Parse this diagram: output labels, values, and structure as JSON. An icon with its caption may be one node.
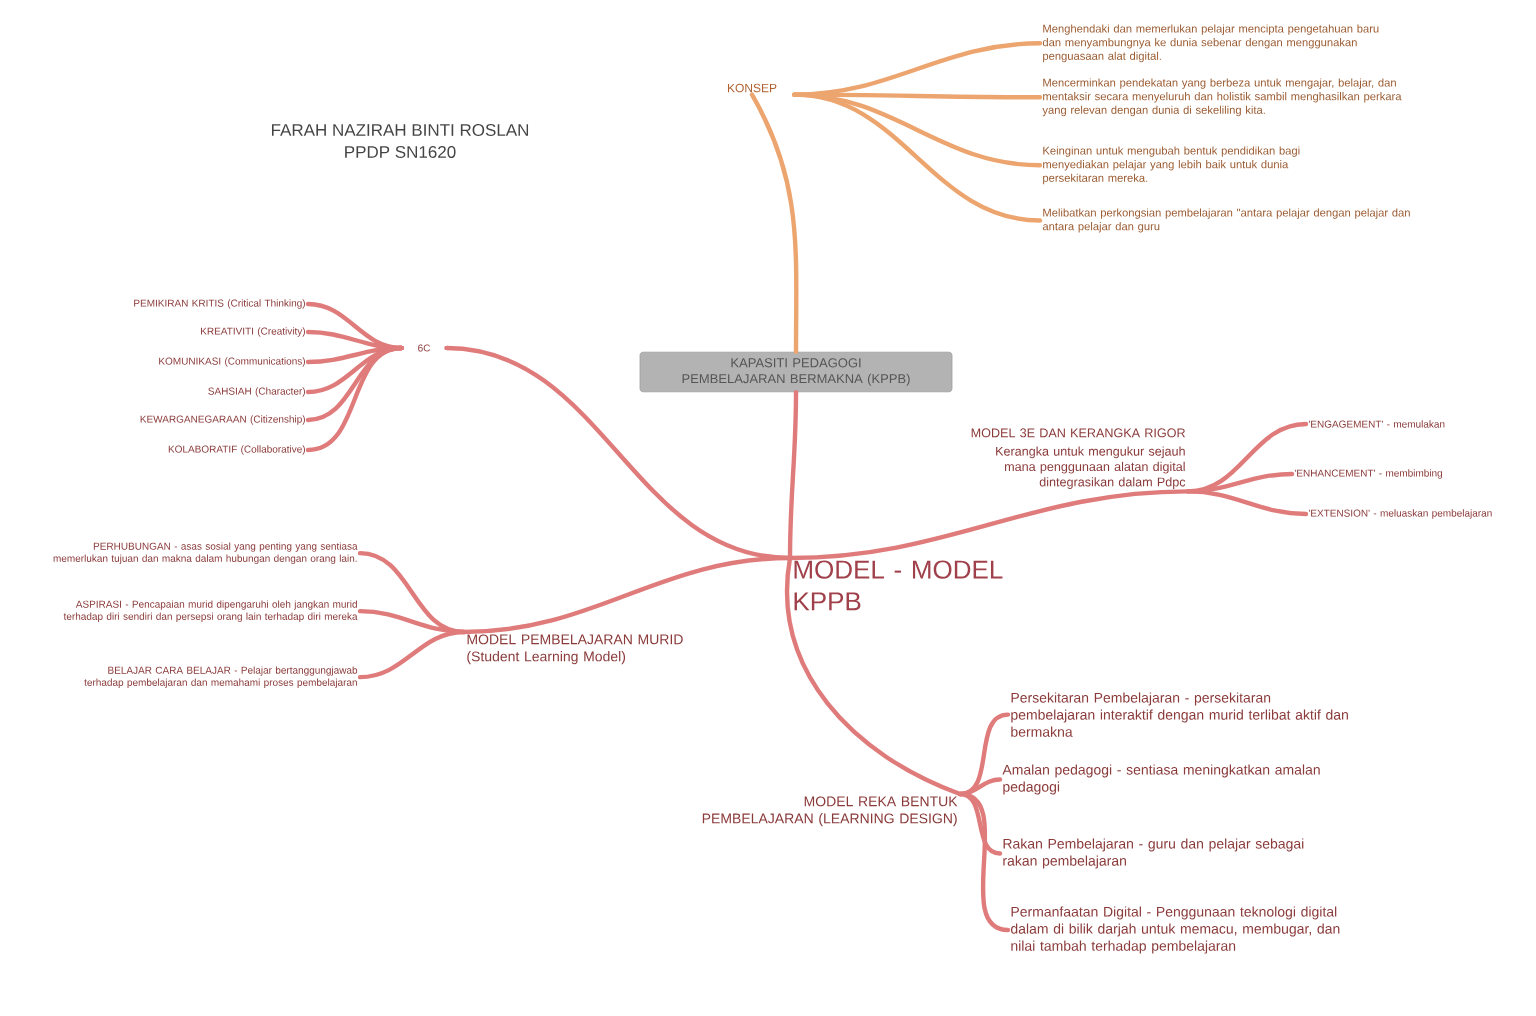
{
  "diagram": {
    "nodes": [
      {
        "text": [
          "MODEL - MODEL KPPB"
        ]
      },
      {
        "text": [
          "KAPASITI PEDAGOGI PEMBELAJARAN BERMAKNA (KPPB)"
        ]
      },
      {
        "text": [
          "KONSEP"
        ]
      },
      {
        "text": [
          "Menghendaki dan memerlukan pelajar mencipta pengetahuan baru dan menyambungnya ke dunia sebenar dengan menggunakan penguasaan alat digital."
        ]
      },
      {
        "text": [
          "Mencerminkan pendekatan yang berbeza untuk mengajar, belajar, dan mentaksir secara menyeluruh dan holistik sambil menghasilkan perkara yang relevan dengan dunia di sekeliling kita."
        ]
      },
      {
        "text": [
          "Keinginan untuk mengubah bentuk pendidikan bagi menyediakan pelajar yang lebih baik untuk dunia persekitaran mereka."
        ]
      },
      {
        "text": [
          "Melibatkan perkongsian pembelajaran \"antara pelajar dengan pelajar dan antara pelajar dan guru"
        ]
      },
      {
        "text": [
          "6C"
        ]
      },
      {
        "text": [
          "PEMIKIRAN KRITIS (Critical Thinking)"
        ]
      },
      {
        "text": [
          "KREATIVITI (Creativity)"
        ]
      },
      {
        "text": [
          "KOMUNIKASI (Communications)"
        ]
      },
      {
        "text": [
          "SAHSIAH (Character)"
        ]
      },
      {
        "text": [
          "KEWARGANEGARAAN (Citizenship)"
        ]
      },
      {
        "text": [
          "KOLABORATIF (Collaborative)"
        ]
      },
      {
        "text": [
          "MODEL 3E DAN KERANGKA RIGOR",
          "Kerangka untuk mengukur sejauh mana penggunaan alatan digital dintegrasikan dalam Pdpc"
        ]
      },
      {
        "text": [
          "'ENGAGEMENT' - memulakan"
        ]
      },
      {
        "text": [
          "'ENHANCEMENT' - membimbing"
        ]
      },
      {
        "text": [
          "'EXTENSION' - meluaskan pembelajaran"
        ]
      },
      {
        "text": [
          "MODEL PEMBELAJARAN MURID (Student Learning Model)"
        ]
      },
      {
        "text": [
          "PERHUBUNGAN - asas sosial yang penting yang sentiasa memerlukan tujuan dan makna dalam hubungan dengan orang lain."
        ]
      },
      {
        "text": [
          "ASPIRASI - Pencapaian murid dipengaruhi oleh jangkan murid terhadap diri sendiri dan persepsi orang lain terhadap diri mereka"
        ]
      },
      {
        "text": [
          "BELAJAR CARA BELAJAR - Pelajar bertanggungjawab terhadap pembelajaran dan memahami proses pembelajaran"
        ]
      },
      {
        "text": [
          "MODEL REKA BENTUK PEMBELAJARAN (LEARNING DESIGN)"
        ]
      },
      {
        "text": [
          "Persekitaran Pembelajaran - persekitaran pembelajaran interaktif dengan murid terlibat aktif dan bermakna"
        ]
      },
      {
        "text": [
          "Amalan pedagogi - sentiasa meningkatkan amalan pedagogi"
        ]
      },
      {
        "text": [
          "Rakan Pembelajaran - guru dan pelajar sebagai rakan pembelajaran"
        ]
      },
      {
        "text": [
          "Permanfaatan Digital - Penggunaan teknologi digital dalam di bilik darjah untuk memacu, membugar, dan nilai tambah terhadap pembelajaran"
        ]
      }
    ],
    "edges": [
      {
        "from": 0,
        "to": 1,
        "arrow": "none"
      },
      {
        "from": 1,
        "to": 2,
        "arrow": "none",
        "color": "#eda56f"
      },
      {
        "from": 2,
        "to": 3,
        "arrow": "none",
        "color": "#eda56f"
      },
      {
        "from": 2,
        "to": 4,
        "arrow": "none",
        "color": "#eda56f"
      },
      {
        "from": 2,
        "to": 5,
        "arrow": "none",
        "color": "#eda56f"
      },
      {
        "from": 2,
        "to": 6,
        "arrow": "none",
        "color": "#eda56f"
      },
      {
        "from": 0,
        "to": 7,
        "arrow": "none"
      },
      {
        "from": 7,
        "to": 8,
        "arrow": "none"
      },
      {
        "from": 7,
        "to": 9,
        "arrow": "none"
      },
      {
        "from": 7,
        "to": 10,
        "arrow": "none"
      },
      {
        "from": 7,
        "to": 11,
        "arrow": "none"
      },
      {
        "from": 7,
        "to": 12,
        "arrow": "none"
      },
      {
        "from": 7,
        "to": 13,
        "arrow": "none"
      },
      {
        "from": 0,
        "to": 14,
        "arrow": "none"
      },
      {
        "from": 14,
        "to": 15,
        "arrow": "none"
      },
      {
        "from": 14,
        "to": 16,
        "arrow": "none"
      },
      {
        "from": 14,
        "to": 17,
        "arrow": "none"
      },
      {
        "from": 0,
        "to": 18,
        "arrow": "none"
      },
      {
        "from": 18,
        "to": 19,
        "arrow": "none"
      },
      {
        "from": 18,
        "to": 20,
        "arrow": "none"
      },
      {
        "from": 18,
        "to": 21,
        "arrow": "none"
      },
      {
        "from": 0,
        "to": 22,
        "arrow": "none"
      },
      {
        "from": 22,
        "to": 23,
        "arrow": "none"
      },
      {
        "from": 22,
        "to": 24,
        "arrow": "none"
      },
      {
        "from": 22,
        "to": 25,
        "arrow": "none"
      },
      {
        "from": 22,
        "to": 26,
        "arrow": "none"
      }
    ],
    "labels": [
      "FARAH NAZIRAH BINTI ROSLAN",
      "PPDP SN1620"
    ]
  }
}
